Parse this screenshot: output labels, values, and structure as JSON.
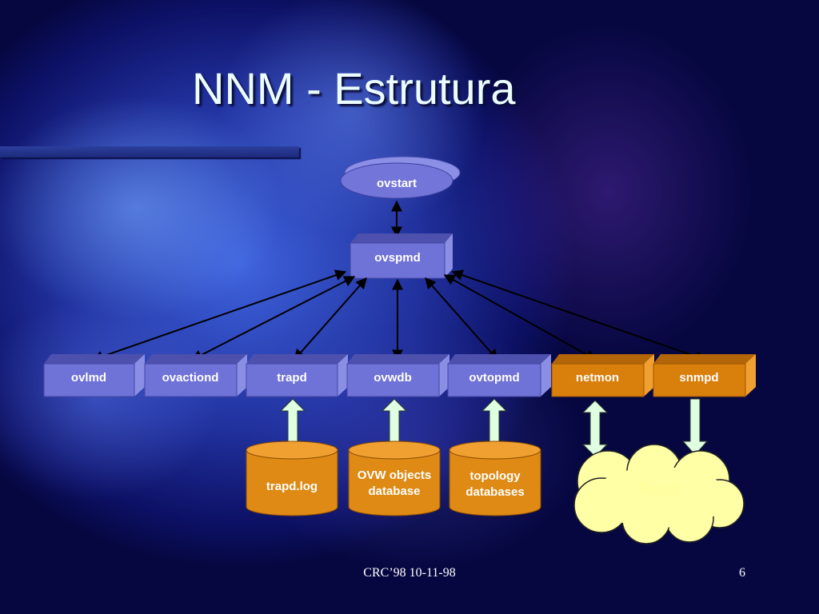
{
  "slide": {
    "title": "NNM - Estrutura",
    "footer": "CRC’98 10-11-98",
    "page_number": "6"
  },
  "diagram": {
    "top_node": "ovstart",
    "manager": "ovspmd",
    "daemons": [
      "ovlmd",
      "ovactiond",
      "trapd",
      "ovwdb",
      "ovtopmd",
      "netmon",
      "snmpd"
    ],
    "stores": {
      "trapd": [
        "trapd.log"
      ],
      "ovwdb": [
        "OVW objects",
        "database"
      ],
      "ovtopmd": [
        "topology",
        "databases"
      ]
    },
    "network": "Rede"
  },
  "colors": {
    "box_front": "#6f72d6",
    "box_top": "#4e50ae",
    "box_side": "#8a8ee4",
    "orange": "#d97f0c",
    "orange_top": "#b36608",
    "cloud": "#ffffa6",
    "link_arrow": "#e0ffe0"
  }
}
